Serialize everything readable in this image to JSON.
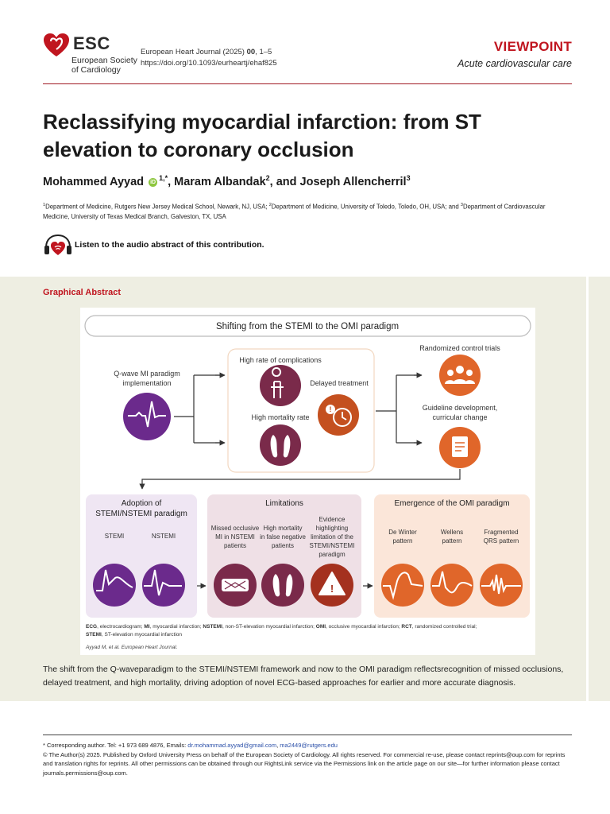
{
  "header": {
    "logo_word": "ESC",
    "logo_sub1": "European Society",
    "logo_sub2": "of Cardiology",
    "journal_line_prefix": "European Heart Journal (2025) ",
    "journal_volume": "00",
    "journal_pages": ", 1–5",
    "doi": "https://doi.org/10.1093/eurheartj/ehaf825",
    "article_type": "VIEWPOINT",
    "section": "Acute cardiovascular care"
  },
  "article": {
    "title": "Reclassifying myocardial infarction: from ST elevation to coronary occlusion",
    "authors": {
      "a1": "Mohammed Ayyad",
      "a1_sup": "1,*",
      "a2": ", Maram Albandak",
      "a2_sup": "2",
      "a3": ", and Joseph Allencherril",
      "a3_sup": "3"
    },
    "affiliations": {
      "s1": "1",
      "t1": "Department of Medicine, Rutgers New Jersey Medical School, Newark, NJ, USA; ",
      "s2": "2",
      "t2": "Department of Medicine, University of Toledo, Toledo, OH, USA; and ",
      "s3": "3",
      "t3": "Department of Cardiovascular Medicine, University of Texas Medical Branch, Galveston, TX, USA"
    },
    "audio_text": "Listen to the audio abstract of this contribution."
  },
  "graphical_abstract": {
    "label": "Graphical Abstract",
    "banner": "Shifting from the STEMI to the OMI paradigm",
    "qwave_l1": "Q-wave MI paradigm",
    "qwave_l2": "implementation",
    "complications": "High rate of complications",
    "delayed": "Delayed treatment",
    "mortality": "High mortality rate",
    "rct": "Randomized control trials",
    "guideline_l1": "Guideline development,",
    "guideline_l2": "curricular change",
    "adoption_l1": "Adoption of",
    "adoption_l2": "STEMI/NSTEMI paradigm",
    "stemi": "STEMI",
    "nstemi": "NSTEMI",
    "limitations": "Limitations",
    "lim1": [
      "Missed occlusive",
      "MI in NSTEMI",
      "patients"
    ],
    "lim2": [
      "High mortality",
      "in false negative",
      "patients"
    ],
    "lim3": [
      "Evidence",
      "highlighting",
      "limitation of the",
      "STEMI/NSTEMI",
      "paradigm"
    ],
    "emergence": "Emergence of the OMI paradigm",
    "dewinter": [
      "De Winter",
      "pattern"
    ],
    "wellens": [
      "Wellens",
      "pattern"
    ],
    "fragmented": [
      "Fragmented",
      "QRS pattern"
    ],
    "abbrev": {
      "k1": "ECG",
      "v1": ", electrocardiogram; ",
      "k2": "MI",
      "v2": ", myocardial infarction; ",
      "k3": "NSTEMI",
      "v3": ", non-ST-elevation myocardial infarction; ",
      "k4": "OMI",
      "v4": ", occlusive myocardial infarction; ",
      "k5": "RCT",
      "v5": ", randomized controlled trial;",
      "k6": "STEMI",
      "v6": ", ST-elevation myocardial infarction"
    },
    "credit": "Ayyad M, et al. European Heart Journal.",
    "caption": "The shift from the Q-waveparadigm to the STEMI/NSTEMI framework and now to the OMI paradigm reflectsrecognition of missed occlusions, delayed treatment, and high mortality, driving adoption of novel ECG-based approaches for earlier and more accurate diagnosis."
  },
  "footer": {
    "corr_prefix": "* Corresponding author. Tel: +1 973 689 4876, Emails: ",
    "email1": "dr.mohammad.ayyad@gmail.com",
    "sep": ", ",
    "email2": "ma2449@rutgers.edu",
    "copyright": "© The Author(s) 2025. Published by Oxford University Press on behalf of the European Society of Cardiology. All rights reserved. For commercial re-use, please contact reprints@oup.com for reprints and translation rights for reprints. All other permissions can be obtained through our RightsLink service via the Permissions link on the article page on our site—for further information please contact journals.permissions@oup.com."
  },
  "colors": {
    "brand_red": "#c0151f",
    "purple": "#6b2a8c",
    "maroon": "#7a2a4a",
    "orange": "#e0662a",
    "panel_bg": "#eeeee2"
  }
}
